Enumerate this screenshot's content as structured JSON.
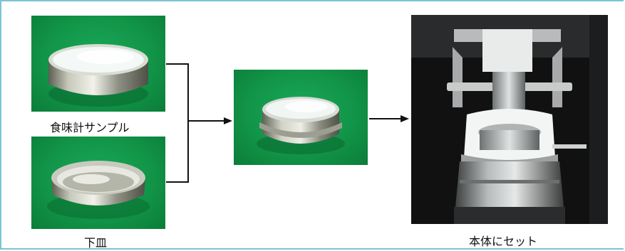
{
  "labels": {
    "sample": "食味計サンプル",
    "lower_dish": "下皿",
    "set_in_body": "本体にセット"
  },
  "colors": {
    "frame": "#7cc4d4",
    "photo_background": "#129548",
    "arrow": "#111111"
  },
  "icons": {
    "sample_photo": "sample-with-rice-photo",
    "dish_photo": "empty-metal-dish-photo",
    "combined_photo": "combined-sample-dish-photo",
    "instrument_photo": "instrument-set-photo"
  }
}
